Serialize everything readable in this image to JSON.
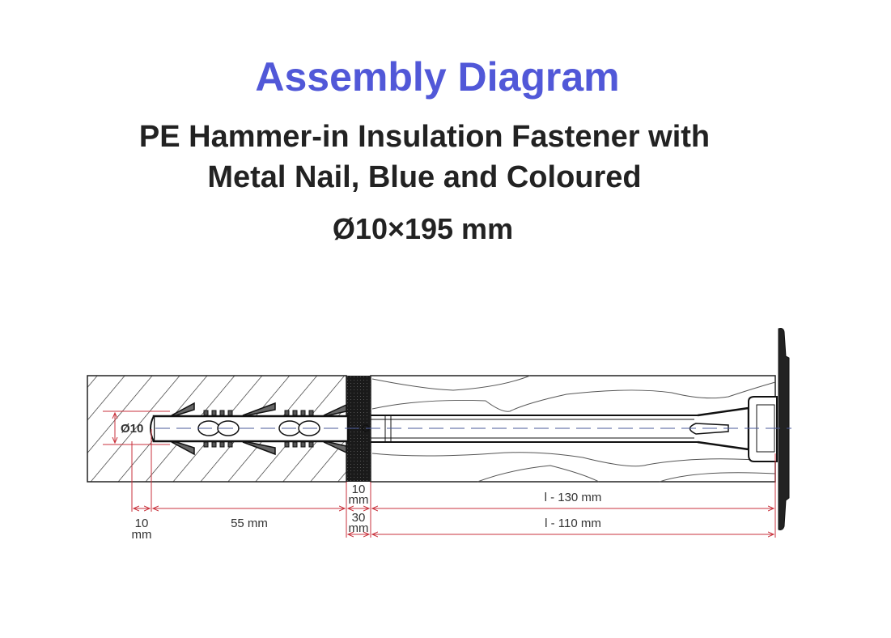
{
  "title": "Assembly Diagram",
  "subtitle_line1": "PE Hammer-in Insulation Fastener with",
  "subtitle_line2": "Metal Nail, Blue and Coloured",
  "size": "Ø10×195 mm",
  "dimensions": {
    "diameter": "Ø10",
    "tip_value": "10",
    "tip_unit": "mm",
    "anchor_depth": "55 mm",
    "plaster_value": "10",
    "plaster_unit": "mm",
    "adhesive_value": "30",
    "adhesive_unit": "mm",
    "insulation_upper": "l - 130 mm",
    "insulation_lower": "l - 110 mm"
  },
  "colors": {
    "title": "#5158d8",
    "dimension": "#c8323c",
    "centerline": "#4a5a9a"
  }
}
